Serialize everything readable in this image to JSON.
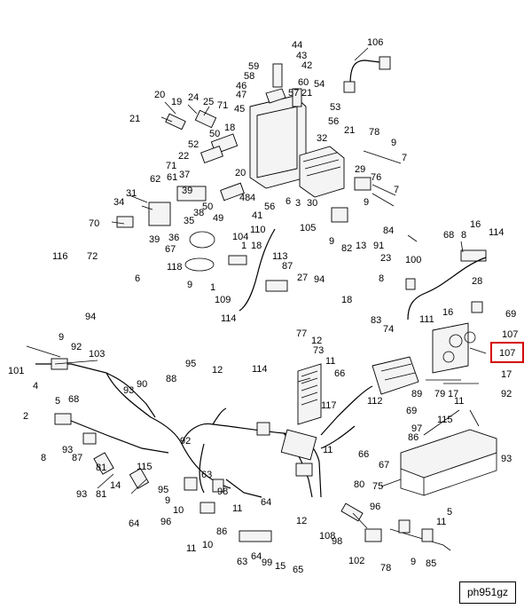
{
  "diagram": {
    "drawing_id": "ph951gz",
    "highlighted_callout": "107",
    "callouts": [
      "106",
      "44",
      "43",
      "42",
      "59",
      "58",
      "46",
      "47",
      "45",
      "60",
      "57",
      "21",
      "54",
      "53",
      "56",
      "21",
      "20",
      "19",
      "24",
      "25",
      "21",
      "71",
      "50",
      "18",
      "32",
      "52",
      "22",
      "71",
      "78",
      "9",
      "7",
      "29",
      "62",
      "61",
      "37",
      "39",
      "31",
      "34",
      "35",
      "38",
      "50",
      "49",
      "20",
      "48",
      "4",
      "56",
      "41",
      "110",
      "3",
      "30",
      "6",
      "76",
      "9",
      "7",
      "70",
      "39",
      "36",
      "67",
      "104",
      "1",
      "18",
      "105",
      "9",
      "13",
      "91",
      "84",
      "68",
      "8",
      "16",
      "114",
      "82",
      "23",
      "116",
      "72",
      "118",
      "113",
      "87",
      "27",
      "94",
      "100",
      "6",
      "9",
      "1",
      "109",
      "114",
      "8",
      "28",
      "94",
      "16",
      "69",
      "77",
      "12",
      "18",
      "83",
      "74",
      "111",
      "107",
      "101",
      "4",
      "9",
      "92",
      "103",
      "5",
      "68",
      "93",
      "90",
      "88",
      "95",
      "12",
      "114",
      "73",
      "11",
      "66",
      "117",
      "112",
      "89",
      "79",
      "17",
      "17",
      "92",
      "2",
      "8",
      "93",
      "87",
      "69",
      "66",
      "11",
      "67",
      "97",
      "86",
      "11",
      "93",
      "81",
      "115",
      "93",
      "81",
      "14",
      "92",
      "95",
      "9",
      "63",
      "96",
      "10",
      "86",
      "98",
      "12",
      "80",
      "75",
      "96",
      "11",
      "5",
      "115",
      "64",
      "11",
      "10",
      "11",
      "64",
      "63",
      "64",
      "99",
      "15",
      "65",
      "108",
      "98",
      "102",
      "78",
      "9",
      "85"
    ]
  }
}
